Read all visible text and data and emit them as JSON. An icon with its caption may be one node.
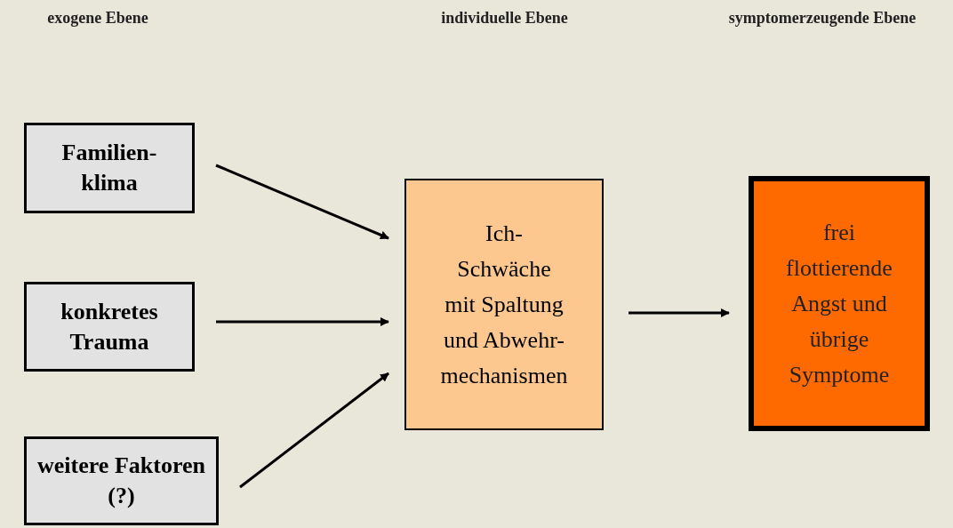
{
  "diagram": {
    "nodes": [
      {
        "text": [
          "Familien- klima"
        ]
      },
      {
        "text": [
          "konkretes Trauma"
        ]
      },
      {
        "text": [
          "weitere Faktoren (?)"
        ]
      },
      {
        "text": [
          "Ich-Schwäche mit Spaltung und Abwehr- mechanismen"
        ]
      },
      {
        "text": [
          "frei flottierende Angst und übrige Symptome"
        ]
      }
    ],
    "edges": [
      {
        "from": 0,
        "to": 3,
        "arrow": "to"
      },
      {
        "from": 1,
        "to": 3,
        "arrow": "to"
      },
      {
        "from": 2,
        "to": 3,
        "arrow": "to"
      },
      {
        "from": 3,
        "to": 4,
        "arrow": "to"
      }
    ],
    "labels": [
      "exogene Ebene",
      "individuelle Ebene",
      "symptomerzeugende Ebene"
    ]
  }
}
